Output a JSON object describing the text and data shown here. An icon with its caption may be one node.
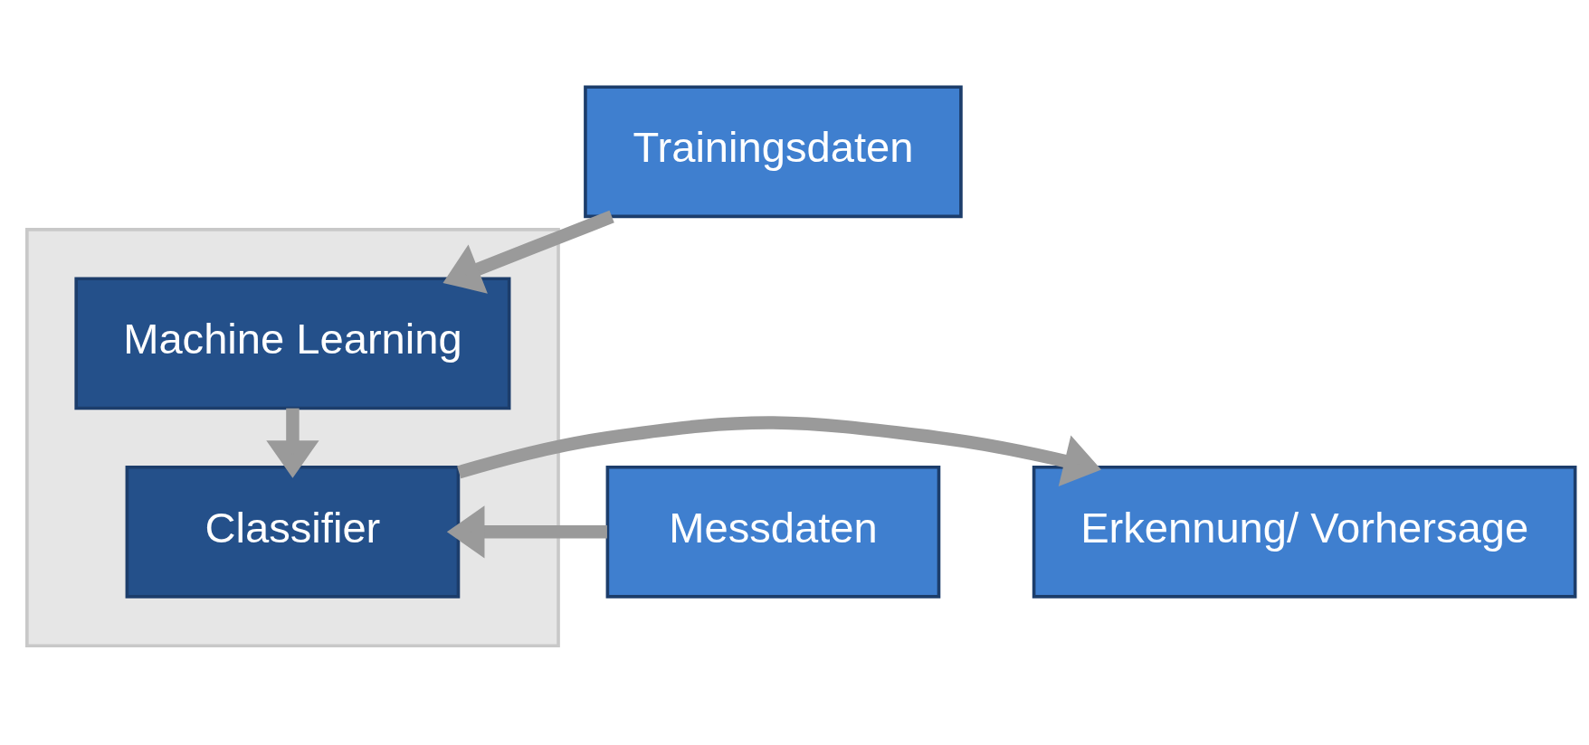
{
  "diagram": {
    "nodes": [
      {
        "text": [
          "Trainingsdaten"
        ]
      },
      {
        "text": [],
        "shape": "box"
      },
      {
        "text": [
          "Machine Learning"
        ],
        "in": 1
      },
      {
        "text": [
          "Messdaten"
        ]
      },
      {
        "text": [
          "Classifier"
        ],
        "in": 1
      },
      {
        "text": [
          "Erkennung/ Vorhersage"
        ]
      }
    ],
    "edges": [
      {
        "from": 0,
        "to": 2,
        "arrow": "to"
      },
      {
        "from": 2,
        "to": 4,
        "arrow": "to"
      },
      {
        "from": 3,
        "to": 4,
        "arrow": "to"
      },
      {
        "from": 4,
        "to": 5,
        "arrow": "to"
      }
    ]
  }
}
